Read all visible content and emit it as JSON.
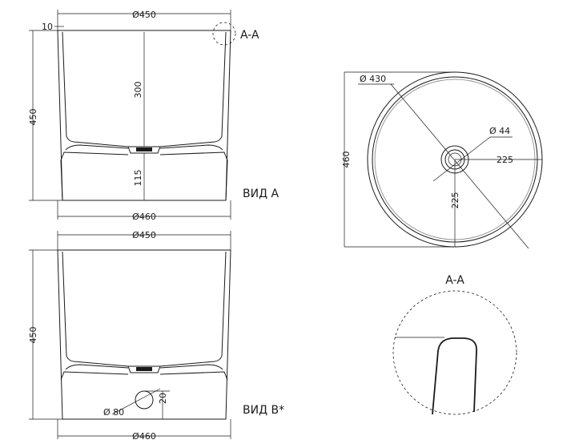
{
  "view_a": {
    "top_diameter": "Ø450",
    "rim": "10",
    "height": "450",
    "inner_depth": "300",
    "drain_height": "115",
    "base_diameter": "Ø460",
    "section_tag": "A-A",
    "caption": "ВИД А"
  },
  "view_b": {
    "top_diameter": "Ø450",
    "height": "450",
    "outlet_diameter": "Ø 80",
    "outlet_height": "20",
    "base_diameter": "Ø460",
    "caption": "ВИД В*"
  },
  "plan": {
    "inner_diameter": "Ø 430",
    "drain_diameter": "Ø 44",
    "offset_x": "225",
    "offset_y": "225",
    "overall": "460"
  },
  "detail": {
    "title": "A-A"
  }
}
